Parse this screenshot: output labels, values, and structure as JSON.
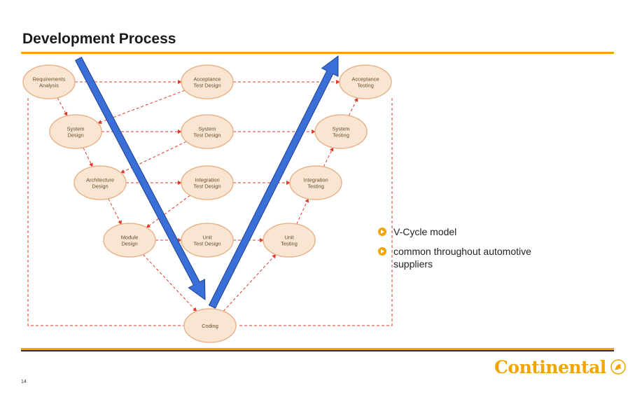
{
  "header": {
    "title": "Development Process"
  },
  "diagram": {
    "nodes": [
      {
        "id": "req",
        "lines": [
          "Requirements",
          "Analysis"
        ]
      },
      {
        "id": "sys",
        "lines": [
          "System",
          "Design"
        ]
      },
      {
        "id": "arch",
        "lines": [
          "Architecture",
          "Design"
        ]
      },
      {
        "id": "mod",
        "lines": [
          "Module",
          "Design"
        ]
      },
      {
        "id": "atd",
        "lines": [
          "Acceptance",
          "Test Design"
        ]
      },
      {
        "id": "std",
        "lines": [
          "System",
          "Test Design"
        ]
      },
      {
        "id": "itd",
        "lines": [
          "Integration",
          "Test Design"
        ]
      },
      {
        "id": "utd",
        "lines": [
          "Unit",
          "Test Design"
        ]
      },
      {
        "id": "code",
        "lines": [
          "Coding"
        ]
      },
      {
        "id": "at",
        "lines": [
          "Acceptance",
          "Testing"
        ]
      },
      {
        "id": "st",
        "lines": [
          "System",
          "Testing"
        ]
      },
      {
        "id": "it",
        "lines": [
          "Integration",
          "Testing"
        ]
      },
      {
        "id": "ut",
        "lines": [
          "Unit",
          "Testing"
        ]
      }
    ],
    "colors": {
      "node_fill": "#f9e6d2",
      "node_stroke": "#e8b48c",
      "edge": "#e03a2a",
      "arrow": "#3a6fd8",
      "arrow_outline": "#1f3f8f"
    }
  },
  "bullets": [
    {
      "text": "V-Cycle model"
    },
    {
      "text": "common throughout automotive suppliers"
    }
  ],
  "footer": {
    "page_number": "14",
    "logo_text": "Continental",
    "accent": "#f0a500"
  }
}
